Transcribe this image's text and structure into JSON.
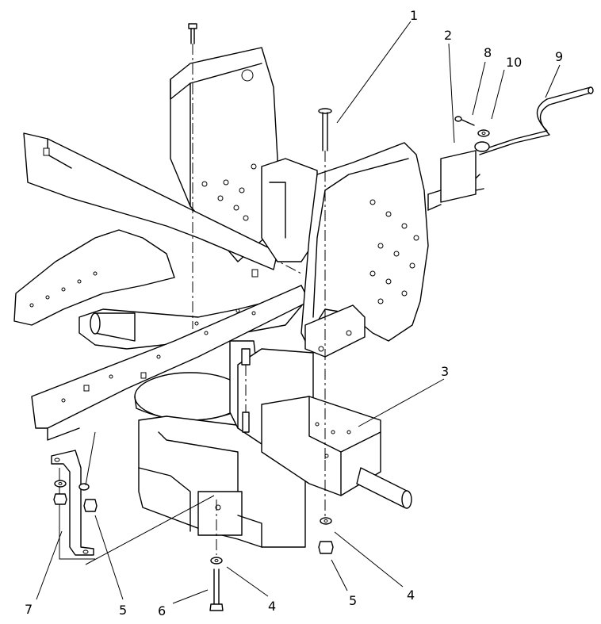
{
  "callouts": {
    "c1": "1",
    "c2": "2",
    "c3": "3",
    "c4a": "4",
    "c4b": "4",
    "c5a": "5",
    "c5b": "5",
    "c6": "6",
    "c7": "7",
    "c8": "8",
    "c9": "9",
    "c10": "10"
  }
}
